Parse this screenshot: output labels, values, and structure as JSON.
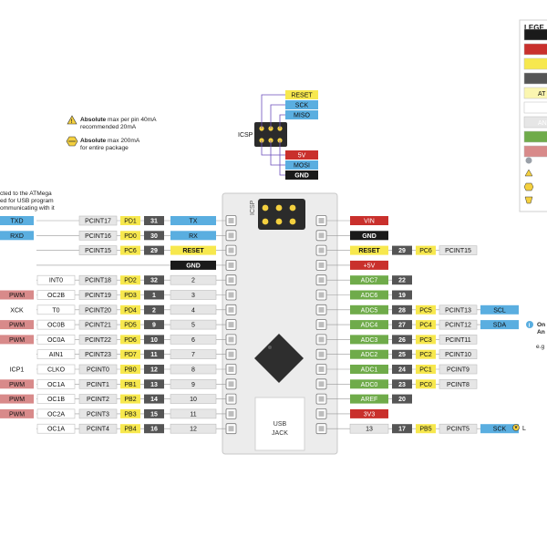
{
  "colors": {
    "black": "#1a1a1a",
    "red": "#c9302c",
    "yellow": "#f7e84e",
    "darkgrey": "#555555",
    "lightgrey": "#e6e6e6",
    "green": "#6fab4a",
    "pink": "#d88a8a",
    "blue": "#5aaee0",
    "board": "#ececec",
    "connector": "#999999"
  },
  "notes": {
    "usb_text": [
      "cted to the ATMega",
      "ed for USB program",
      "ommunicating with it"
    ],
    "max_pin_bold": "Absolute",
    "max_pin_rest": " max per pin 40mA",
    "max_pin_line2": "recommended 20mA",
    "max_pkg_bold": "Absolute",
    "max_pkg_rest": " max 200mA",
    "max_pkg_line2": "for entire package",
    "right_info_1": "On",
    "right_info_2": "An",
    "right_info_3": "e.g"
  },
  "legend": {
    "title": "LEGE",
    "items": [
      "",
      "",
      "",
      "",
      "AT",
      "",
      "AN",
      "",
      ""
    ]
  },
  "board": {
    "icsp_label": "ICSP",
    "usb_lines": [
      "USB",
      "JACK"
    ]
  },
  "icsp_header": {
    "label": "ICSP",
    "top": [
      "RESET",
      "SCK",
      "MISO"
    ],
    "bottom": [
      "5V",
      "MOSI",
      "GND"
    ]
  },
  "left_pins": [
    {
      "pin": "TX",
      "num": "31",
      "port": "PD1",
      "pcint": "PCINT17",
      "alt": "",
      "ext": "TXD",
      "ext_color": "blue",
      "pin_color": "blue"
    },
    {
      "pin": "RX",
      "num": "30",
      "port": "PD0",
      "pcint": "PCINT16",
      "alt": "",
      "ext": "RXD",
      "ext_color": "blue",
      "pin_color": "blue"
    },
    {
      "pin": "RESET",
      "num": "29",
      "port": "PC6",
      "pcint": "PCINT15",
      "alt": "",
      "ext": "",
      "ext_color": "",
      "pin_color": "yellow"
    },
    {
      "pin": "GND",
      "num": "",
      "port": "",
      "pcint": "",
      "alt": "",
      "ext": "",
      "ext_color": "",
      "pin_color": "black"
    },
    {
      "pin": "2",
      "num": "32",
      "port": "PD2",
      "pcint": "PCINT18",
      "alt": "INT0",
      "ext": "",
      "ext_color": "",
      "pin_color": "lightgrey"
    },
    {
      "pin": "3",
      "num": "1",
      "port": "PD3",
      "pcint": "PCINT19",
      "alt": "OC2B",
      "ext": "PWM",
      "ext_color": "pink",
      "pin_color": "lightgrey"
    },
    {
      "pin": "4",
      "num": "2",
      "port": "PD4",
      "pcint": "PCINT20",
      "alt": "T0",
      "ext": "XCK",
      "ext_color": "none",
      "pin_color": "lightgrey"
    },
    {
      "pin": "5",
      "num": "9",
      "port": "PD5",
      "pcint": "PCINT21",
      "alt": "OC0B",
      "ext": "PWM",
      "ext_color": "pink",
      "pin_color": "lightgrey"
    },
    {
      "pin": "6",
      "num": "10",
      "port": "PD6",
      "pcint": "PCINT22",
      "alt": "OC0A",
      "ext": "PWM",
      "ext_color": "pink",
      "pin_color": "lightgrey"
    },
    {
      "pin": "7",
      "num": "11",
      "port": "PD7",
      "pcint": "PCINT23",
      "alt": "AIN1",
      "ext": "",
      "ext_color": "",
      "pin_color": "lightgrey"
    },
    {
      "pin": "8",
      "num": "12",
      "port": "PB0",
      "pcint": "PCINT0",
      "alt": "CLKO",
      "ext": "ICP1",
      "ext_color": "none",
      "pin_color": "lightgrey"
    },
    {
      "pin": "9",
      "num": "13",
      "port": "PB1",
      "pcint": "PCINT1",
      "alt": "OC1A",
      "ext": "PWM",
      "ext_color": "pink",
      "pin_color": "lightgrey"
    },
    {
      "pin": "10",
      "num": "14",
      "port": "PB2",
      "pcint": "PCINT2",
      "alt": "OC1B",
      "ext": "PWM",
      "ext_color": "pink",
      "pin_color": "lightgrey"
    },
    {
      "pin": "11",
      "num": "15",
      "port": "PB3",
      "pcint": "PCINT3",
      "alt": "OC2A",
      "ext": "PWM",
      "ext_color": "pink",
      "pin_color": "lightgrey"
    },
    {
      "pin": "12",
      "num": "16",
      "port": "PB4",
      "pcint": "PCINT4",
      "alt": "OC1A",
      "ext": "",
      "ext_color": "",
      "pin_color": "lightgrey"
    }
  ],
  "right_pins": [
    {
      "pin": "VIN",
      "num": "",
      "port": "",
      "pcint": "",
      "ext": "",
      "pin_color": "red"
    },
    {
      "pin": "GND",
      "num": "",
      "port": "",
      "pcint": "",
      "ext": "",
      "pin_color": "black"
    },
    {
      "pin": "RESET",
      "num": "29",
      "port": "PC6",
      "pcint": "PCINT15",
      "ext": "",
      "pin_color": "yellow"
    },
    {
      "pin": "+5V",
      "num": "",
      "port": "",
      "pcint": "",
      "ext": "",
      "pin_color": "red"
    },
    {
      "pin": "ADC7",
      "num": "22",
      "port": "",
      "pcint": "",
      "ext": "",
      "pin_color": "green"
    },
    {
      "pin": "ADC6",
      "num": "19",
      "port": "",
      "pcint": "",
      "ext": "",
      "pin_color": "green"
    },
    {
      "pin": "ADC5",
      "num": "28",
      "port": "PC5",
      "pcint": "PCINT13",
      "ext": "SCL",
      "pin_color": "green"
    },
    {
      "pin": "ADC4",
      "num": "27",
      "port": "PC4",
      "pcint": "PCINT12",
      "ext": "SDA",
      "pin_color": "green"
    },
    {
      "pin": "ADC3",
      "num": "26",
      "port": "PC3",
      "pcint": "PCINT11",
      "ext": "",
      "pin_color": "green"
    },
    {
      "pin": "ADC2",
      "num": "25",
      "port": "PC2",
      "pcint": "PCINT10",
      "ext": "",
      "pin_color": "green"
    },
    {
      "pin": "ADC1",
      "num": "24",
      "port": "PC1",
      "pcint": "PCINT9",
      "ext": "",
      "pin_color": "green"
    },
    {
      "pin": "ADC0",
      "num": "23",
      "port": "PC0",
      "pcint": "PCINT8",
      "ext": "",
      "pin_color": "green"
    },
    {
      "pin": "AREF",
      "num": "20",
      "port": "",
      "pcint": "",
      "ext": "",
      "pin_color": "green"
    },
    {
      "pin": "3V3",
      "num": "",
      "port": "",
      "pcint": "",
      "ext": "",
      "pin_color": "red"
    },
    {
      "pin": "13",
      "num": "17",
      "port": "PB5",
      "pcint": "PCINT5",
      "ext": "SCK",
      "pin_color": "lightgrey"
    }
  ]
}
